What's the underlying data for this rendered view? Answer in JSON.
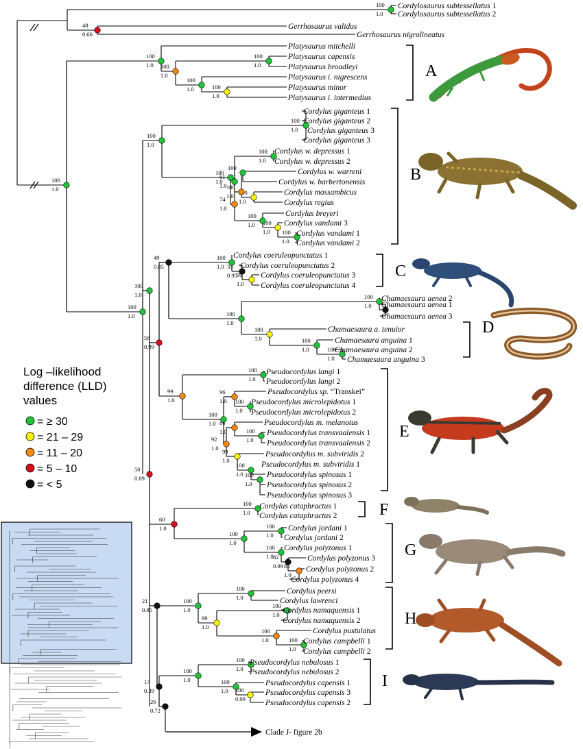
{
  "colors": {
    "green": "#22c33b",
    "yellow": "#f5f10a",
    "orange": "#f08a12",
    "red": "#d8101c",
    "black": "#111111",
    "inset_bg": "#c9dbf2"
  },
  "legend": {
    "title_lines": [
      "Log –likelihood",
      "difference (LLD)",
      "values"
    ],
    "items": [
      {
        "color": "green",
        "label": "= ≥ 30"
      },
      {
        "color": "yellow",
        "label": "= 21 – 29"
      },
      {
        "color": "orange",
        "label": "= 11 – 20"
      },
      {
        "color": "red",
        "label": "= 5 – 10"
      },
      {
        "color": "black",
        "label": "= < 5"
      }
    ]
  },
  "clade_letters": [
    "A",
    "B",
    "C",
    "D",
    "E",
    "F",
    "G",
    "H",
    "I"
  ],
  "clade_j_label": "Clade J- figure 2b",
  "tree": {
    "leaves": [
      {
        "genus": "Cordylosaurus",
        "ep": "subtessellatus",
        "n": "1"
      },
      {
        "genus": "Cordylosaurus",
        "ep": "subtessellatus",
        "n": "2"
      },
      {
        "genus": "Gerrhosaurus",
        "ep": "validus",
        "n": ""
      },
      {
        "genus": "Gerrhosaurus",
        "ep": "nigrolineatus",
        "n": ""
      },
      {
        "genus": "Platysaurus",
        "ep": "mitchelli",
        "n": ""
      },
      {
        "genus": "Platysaurus",
        "ep": "capensis",
        "n": ""
      },
      {
        "genus": "Platysaurus",
        "ep": "broadleyi",
        "n": ""
      },
      {
        "genus": "Platysaurus",
        "ep": "i. nigrescens",
        "n": ""
      },
      {
        "genus": "Platysaurus",
        "ep": "minor",
        "n": ""
      },
      {
        "genus": "Platysaurus",
        "ep": "i. intermedius",
        "n": ""
      },
      {
        "genus": "Cordylus",
        "ep": "giganteus",
        "n": "1"
      },
      {
        "genus": "Cordylus",
        "ep": "giganteus",
        "n": "2"
      },
      {
        "genus": "Cordylus",
        "ep": "giganteus",
        "n": "3"
      },
      {
        "genus": "Cordylus",
        "ep": "giganteus",
        "n": "3"
      },
      {
        "genus": "Cordylus",
        "ep": "w. depressus",
        "n": "1"
      },
      {
        "genus": "Cordylus",
        "ep": "w. depressus",
        "n": "2"
      },
      {
        "genus": "Cordylus",
        "ep": "w. warreni",
        "n": ""
      },
      {
        "genus": "Cordylus",
        "ep": "w. barbertonensis",
        "n": ""
      },
      {
        "genus": "Cordylus",
        "ep": "mossambicus",
        "n": ""
      },
      {
        "genus": "Cordylus",
        "ep": "regius",
        "n": ""
      },
      {
        "genus": "Cordylus",
        "ep": "breyeri",
        "n": ""
      },
      {
        "genus": "Cordylus",
        "ep": "vandami",
        "n": "3"
      },
      {
        "genus": "Cordylus",
        "ep": "vandami",
        "n": "1"
      },
      {
        "genus": "Cordylus",
        "ep": "vandami",
        "n": "2"
      },
      {
        "genus": "Cordylus",
        "ep": "coeruleopunctatus",
        "n": "1"
      },
      {
        "genus": "Cordylus",
        "ep": "coeruleopunctatus",
        "n": "2"
      },
      {
        "genus": "Cordylus",
        "ep": "coeruleopunctatus",
        "n": "3"
      },
      {
        "genus": "Cordylus",
        "ep": "coeruleopunctatus",
        "n": "4"
      },
      {
        "genus": "Chamaesaura",
        "ep": "aenea",
        "n": "2"
      },
      {
        "genus": "Chamaesaura",
        "ep": "aenea",
        "n": "1"
      },
      {
        "genus": "Chamaesaura",
        "ep": "aenea",
        "n": "3"
      },
      {
        "genus": "Chamaesaura",
        "ep": "a. tenuior",
        "n": ""
      },
      {
        "genus": "Chamaesaura",
        "ep": "anguina",
        "n": "1"
      },
      {
        "genus": "Chamaesaura",
        "ep": "anguina",
        "n": "2"
      },
      {
        "genus": "Chamaesaura",
        "ep": "anguina",
        "n": "3"
      },
      {
        "genus": "Pseudocordylus",
        "ep": "langi",
        "n": "1"
      },
      {
        "genus": "Pseudocordylus",
        "ep": "langi",
        "n": "2"
      },
      {
        "genus": "Pseudocordylus",
        "ep": "sp.",
        "n": "“Transkei”"
      },
      {
        "genus": "Pseudocordylus",
        "ep": "microlepidotus",
        "n": "1"
      },
      {
        "genus": "Pseudocordylus",
        "ep": "microlepidotus",
        "n": "2"
      },
      {
        "genus": "Pseudocordylus",
        "ep": "m. melanotus",
        "n": ""
      },
      {
        "genus": "Pseudocordylus",
        "ep": "transvaalensis",
        "n": "1"
      },
      {
        "genus": "Pseudocordylus",
        "ep": "transvaalensis",
        "n": "2"
      },
      {
        "genus": "Pseudocordylus",
        "ep": "m. subviridis",
        "n": "2"
      },
      {
        "genus": "Pseudocordylus",
        "ep": "m. subviridis",
        "n": "1"
      },
      {
        "genus": "Pseudocordylus",
        "ep": "spinosus",
        "n": "1"
      },
      {
        "genus": "Pseudocordylus",
        "ep": "spinosus",
        "n": "2"
      },
      {
        "genus": "Pseudocordylus",
        "ep": "spinosus",
        "n": "3"
      },
      {
        "genus": "Cordylus",
        "ep": "cataphractus",
        "n": "1"
      },
      {
        "genus": "Cordylus",
        "ep": "cataphractus",
        "n": "2"
      },
      {
        "genus": "Cordylus",
        "ep": "jordani",
        "n": "1"
      },
      {
        "genus": "Cordylus",
        "ep": "jordani",
        "n": "2"
      },
      {
        "genus": "Cordylus",
        "ep": "polyzonus",
        "n": "1"
      },
      {
        "genus": "Cordylus",
        "ep": "polyzonus",
        "n": "3"
      },
      {
        "genus": "Cordylus",
        "ep": "polyzonus",
        "n": "2"
      },
      {
        "genus": "Cordylus",
        "ep": "polyzonus",
        "n": "4"
      },
      {
        "genus": "Cordylus",
        "ep": "peersi",
        "n": ""
      },
      {
        "genus": "Cordylus",
        "ep": "lawrenci",
        "n": ""
      },
      {
        "genus": "Cordylus",
        "ep": "namaquensis",
        "n": "1"
      },
      {
        "genus": "Cordylus",
        "ep": "namaquensis",
        "n": "2"
      },
      {
        "genus": "Cordylus",
        "ep": "pustulatus",
        "n": ""
      },
      {
        "genus": "Cordylus",
        "ep": "campbelli",
        "n": "1"
      },
      {
        "genus": "Cordylus",
        "ep": "campbelli",
        "n": "2"
      },
      {
        "genus": "Pseudocordylus",
        "ep": "nebulosus",
        "n": "1"
      },
      {
        "genus": "Pseudocordylus",
        "ep": "nebulosus",
        "n": "2"
      },
      {
        "genus": "Pseudocordylus",
        "ep": "capensis",
        "n": "1"
      },
      {
        "genus": "Pseudocordylus",
        "ep": "capensis",
        "n": "3"
      },
      {
        "genus": "Pseudocordylus",
        "ep": "capensis",
        "n": "2"
      }
    ],
    "nodes": [
      {
        "id": "n1",
        "bs": "100",
        "pp": "1.0",
        "color": "green"
      },
      {
        "id": "n2",
        "bs": "48",
        "pp": "0.66",
        "color": "red"
      },
      {
        "id": "n3",
        "bs": "100",
        "pp": "1.0",
        "color": "green"
      },
      {
        "id": "n4",
        "bs": "100",
        "pp": "1.0",
        "color": "green"
      },
      {
        "id": "n5",
        "bs": "100",
        "pp": "1.0",
        "color": "green"
      },
      {
        "id": "n6",
        "bs": "100",
        "pp": "1.0",
        "color": "orange"
      },
      {
        "id": "n7",
        "bs": "100",
        "pp": "1.0",
        "color": "green"
      },
      {
        "id": "n8",
        "bs": "100",
        "pp": "1.0",
        "color": "yellow"
      },
      {
        "id": "n9",
        "bs": "100",
        "pp": "1.0",
        "color": "green"
      },
      {
        "id": "n10",
        "bs": "100",
        "pp": "1.0",
        "color": "green"
      },
      {
        "id": "n11",
        "bs": "100",
        "pp": "1.0",
        "color": "green"
      },
      {
        "id": "n12",
        "bs": "100",
        "pp": "1.0",
        "color": "green"
      },
      {
        "id": "n13",
        "bs": "100",
        "pp": "1.0",
        "color": "green"
      },
      {
        "id": "n14",
        "bs": "74",
        "pp": "1.0",
        "color": "orange"
      },
      {
        "id": "n15",
        "bs": "61",
        "pp": "1.0",
        "color": "green"
      },
      {
        "id": "n16",
        "bs": "100",
        "pp": "1.0",
        "color": "orange"
      },
      {
        "id": "n17",
        "bs": "100",
        "pp": "1.0",
        "color": "green"
      },
      {
        "id": "n18",
        "bs": "100",
        "pp": "1.0",
        "color": "yellow"
      },
      {
        "id": "n19",
        "bs": "100",
        "pp": "1.0",
        "color": "green"
      },
      {
        "id": "n20",
        "bs": "100",
        "pp": "1.0",
        "color": "yellow"
      },
      {
        "id": "n21",
        "bs": "100",
        "pp": "1.0",
        "color": "green"
      },
      {
        "id": "n22",
        "bs": "100",
        "pp": "1.0",
        "color": "green"
      },
      {
        "id": "n23",
        "bs": "49",
        "pp": "0.85",
        "color": "black"
      },
      {
        "id": "n24",
        "bs": "100",
        "pp": "1.0",
        "color": "green"
      },
      {
        "id": "n25",
        "bs": "35",
        "pp": "0.95",
        "color": "black"
      },
      {
        "id": "n26",
        "bs": "99",
        "pp": "1.0",
        "color": "yellow"
      },
      {
        "id": "n27",
        "bs": "100",
        "pp": "1.0",
        "color": "green"
      },
      {
        "id": "n28",
        "bs": "100",
        "pp": "1.0",
        "color": "green"
      },
      {
        "id": "n29",
        "bs": "",
        "pp": "",
        "color": "black"
      },
      {
        "id": "n30",
        "bs": "100",
        "pp": "1.0",
        "color": "yellow"
      },
      {
        "id": "n31",
        "bs": "100",
        "pp": "1.0",
        "color": "green"
      },
      {
        "id": "n32",
        "bs": "100",
        "pp": "1.0",
        "color": "green"
      },
      {
        "id": "n33",
        "bs": "58",
        "pp": "0.99",
        "color": "red"
      },
      {
        "id": "n34",
        "bs": "99",
        "pp": "1.0",
        "color": "orange"
      },
      {
        "id": "n35",
        "bs": "100",
        "pp": "1.0",
        "color": "green"
      },
      {
        "id": "n36",
        "bs": "100",
        "pp": "1.0",
        "color": "green"
      },
      {
        "id": "n37",
        "bs": "96",
        "pp": "1.0",
        "color": "orange"
      },
      {
        "id": "n38",
        "bs": "100",
        "pp": "1.0",
        "color": "green"
      },
      {
        "id": "n39",
        "bs": "86",
        "pp": "1.0",
        "color": "orange"
      },
      {
        "id": "n40",
        "bs": "100",
        "pp": "1.0",
        "color": "green"
      },
      {
        "id": "n41",
        "bs": "92",
        "pp": "1.0",
        "color": "orange"
      },
      {
        "id": "n42",
        "bs": "99",
        "pp": "1.0",
        "color": "yellow"
      },
      {
        "id": "n43",
        "bs": "100",
        "pp": "1.0",
        "color": "green"
      },
      {
        "id": "n44",
        "bs": "100",
        "pp": "1.0",
        "color": "green"
      },
      {
        "id": "n45",
        "bs": "50",
        "pp": "0.89",
        "color": "red"
      },
      {
        "id": "n46",
        "bs": "60",
        "pp": "1.0",
        "color": "red"
      },
      {
        "id": "n47",
        "bs": "100",
        "pp": "1.0",
        "color": "green"
      },
      {
        "id": "n48",
        "bs": "100",
        "pp": "1.0",
        "color": "green"
      },
      {
        "id": "n49",
        "bs": "100",
        "pp": "1.0",
        "color": "green"
      },
      {
        "id": "n50",
        "bs": "100",
        "pp": "1.0",
        "color": "green"
      },
      {
        "id": "n51",
        "bs": "82",
        "pp": "0.99",
        "color": "black"
      },
      {
        "id": "n52",
        "bs": "85",
        "pp": "1.0",
        "color": "orange"
      },
      {
        "id": "n53",
        "bs": "21",
        "pp": "0.85",
        "color": "black"
      },
      {
        "id": "n54",
        "bs": "100",
        "pp": "1.0",
        "color": "green"
      },
      {
        "id": "n55",
        "bs": "100",
        "pp": "1.0",
        "color": "green"
      },
      {
        "id": "n56",
        "bs": "99",
        "pp": "1.0",
        "color": "yellow"
      },
      {
        "id": "n57",
        "bs": "100",
        "pp": "1.0",
        "color": "green"
      },
      {
        "id": "n58",
        "bs": "100",
        "pp": "1.0",
        "color": "orange"
      },
      {
        "id": "n59",
        "bs": "100",
        "pp": "1.0",
        "color": "green"
      },
      {
        "id": "n60",
        "bs": "17",
        "pp": "0.39",
        "color": "black"
      },
      {
        "id": "n61",
        "bs": "100",
        "pp": "1.0",
        "color": "green"
      },
      {
        "id": "n62",
        "bs": "100",
        "pp": "1.0",
        "color": "green"
      },
      {
        "id": "n63",
        "bs": "100",
        "pp": "1.0",
        "color": "green"
      },
      {
        "id": "n64",
        "bs": "100",
        "pp": "0.99",
        "color": "yellow"
      },
      {
        "id": "n65",
        "bs": "26",
        "pp": "0.72",
        "color": "black"
      }
    ]
  }
}
